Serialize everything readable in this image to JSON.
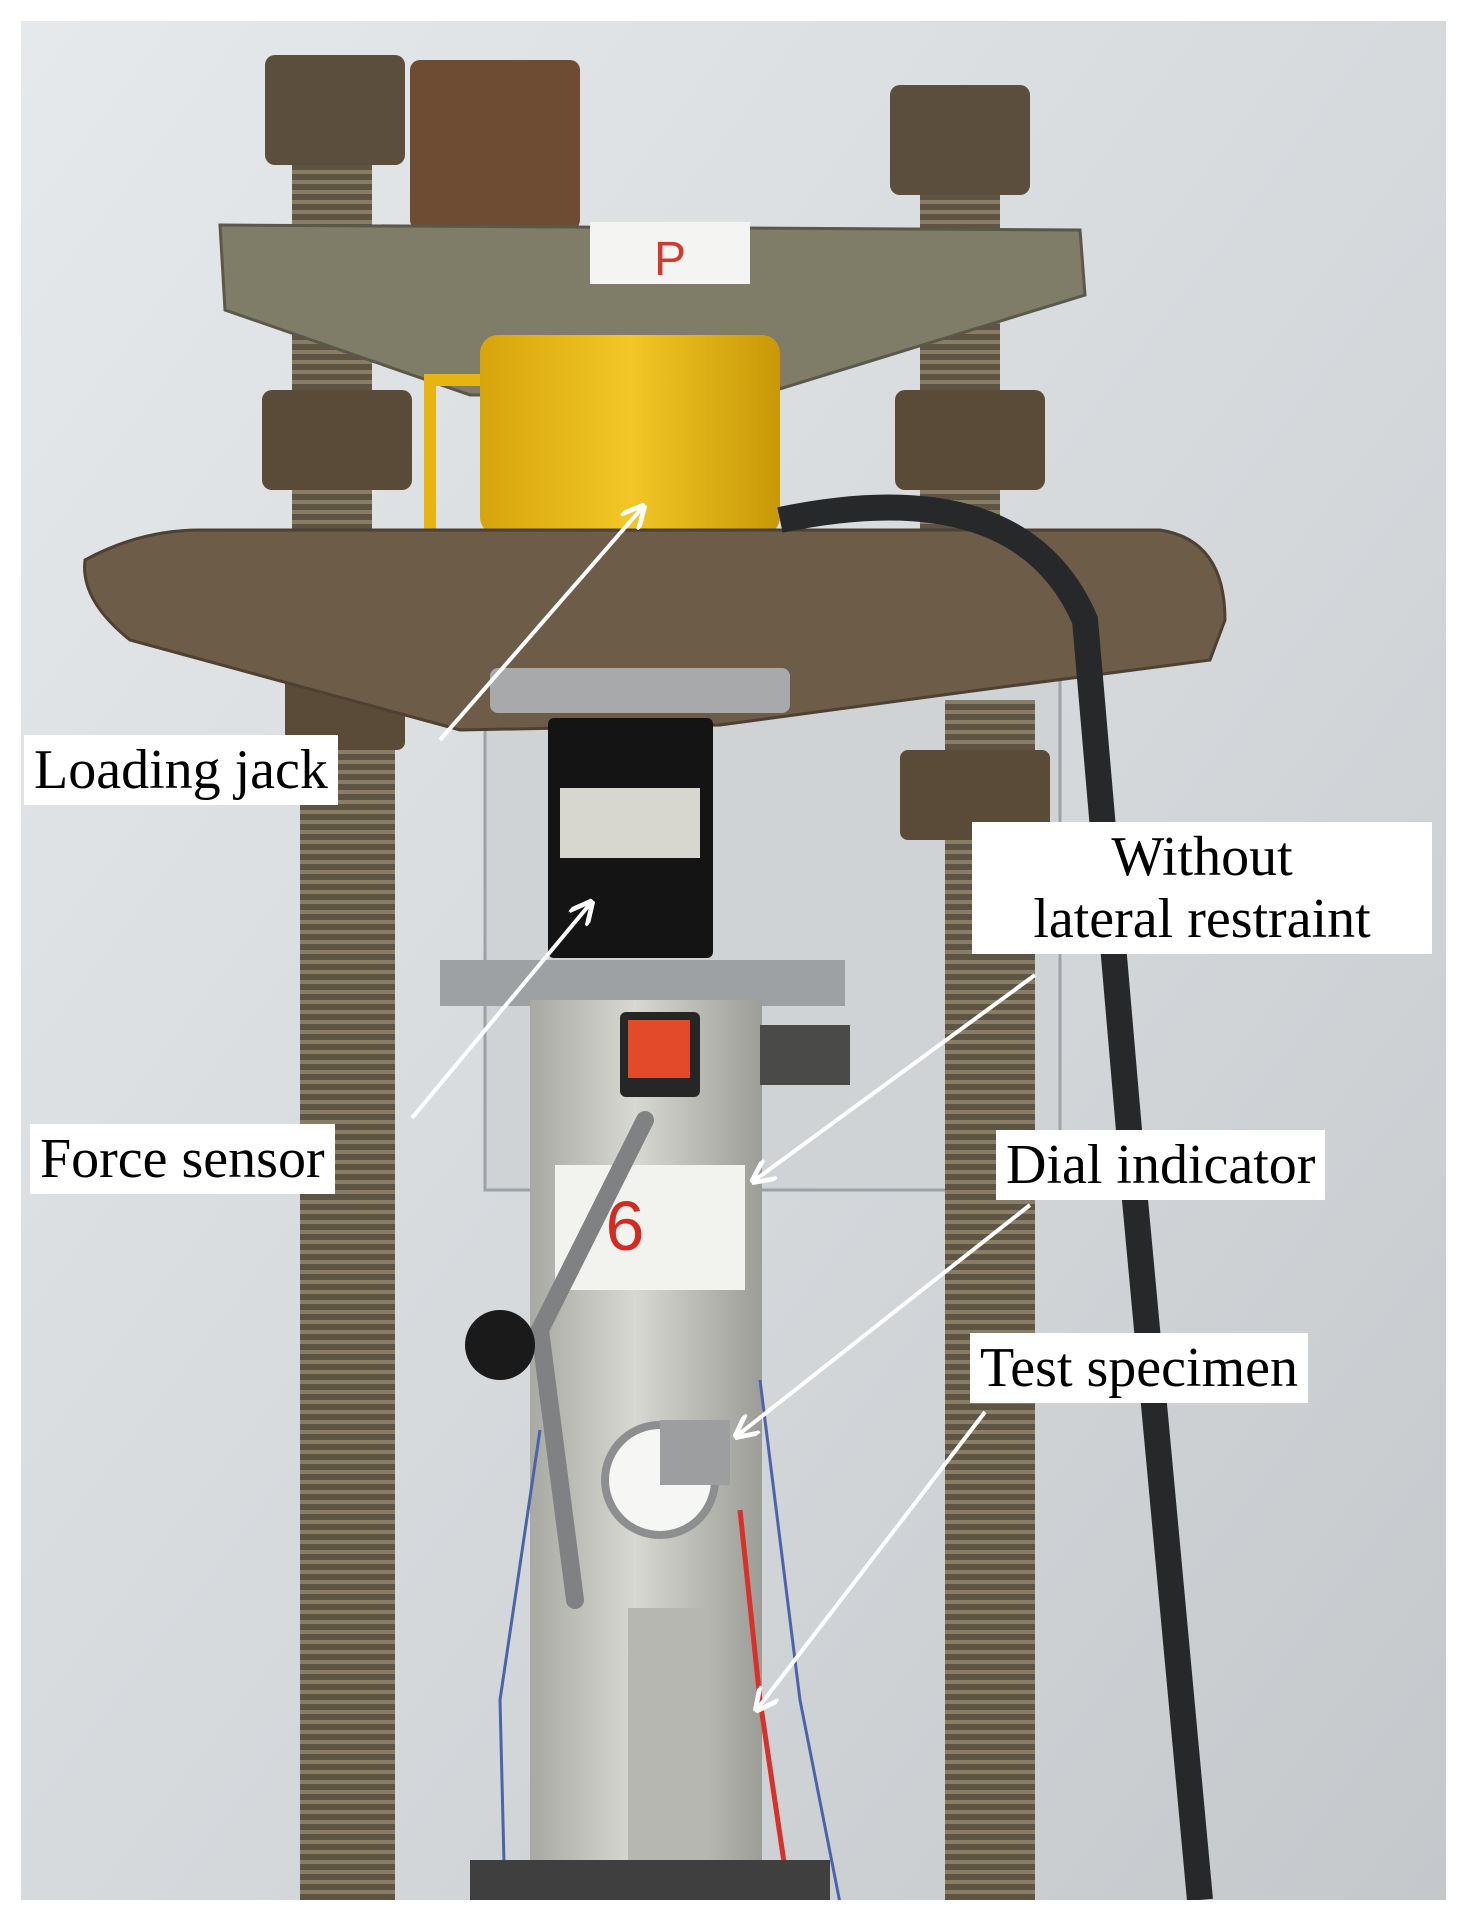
{
  "labels": {
    "loading_jack": "Loading jack",
    "force_sensor": "Force sensor",
    "without_line1": "Without",
    "without_line2": "lateral restraint",
    "dial_indicator": "Dial indicator",
    "test_specimen": "Test specimen"
  },
  "specimen_tag": "6",
  "plate_tag": "P",
  "colors": {
    "wall": "#d9dde0",
    "rust": "#6b5a45",
    "jack": "#e5b515",
    "sensor": "#151515",
    "concrete": "#c9c9c4",
    "annotation_arrow": "#ffffff"
  }
}
